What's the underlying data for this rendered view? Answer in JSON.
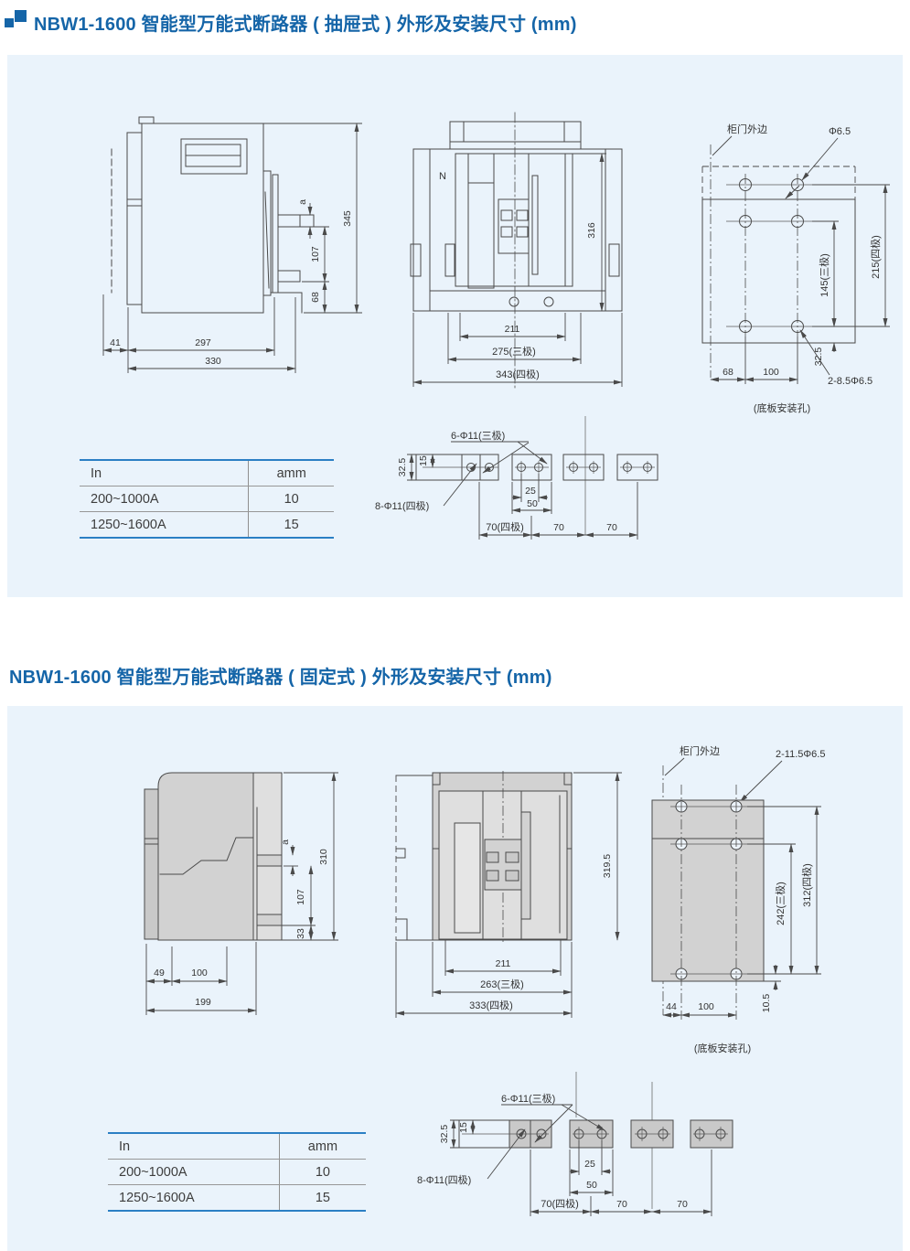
{
  "page": {
    "section1_title": "NBW1-1600 智能型万能式断路器 ( 抽屉式 ) 外形及安装尺寸 (mm)",
    "section2_title": "NBW1-1600 智能型万能式断路器 ( 固定式 ) 外形及安装尺寸 (mm)"
  },
  "colors": {
    "accent_blue": "#1565a8",
    "panel_bg": "#eaf3fb",
    "table_border_blue": "#2b7fc4",
    "drawing_line": "#4a4a4a"
  },
  "table": {
    "col_in": "In",
    "col_amm": "amm",
    "rows": [
      {
        "in": "200~1000A",
        "amm": "10"
      },
      {
        "in": "1250~1600A",
        "amm": "15"
      }
    ]
  },
  "s1": {
    "side": {
      "a": "a",
      "h_total": "345",
      "h_mid": "107",
      "h_bottom": "68",
      "w_left": "41",
      "w_mid": "297",
      "w_total": "330"
    },
    "front": {
      "pole_n": "N",
      "h_total": "316",
      "w_inner": "211",
      "w_3p": "275(三极)",
      "w_4p": "343(四极)"
    },
    "plate": {
      "door_edge": "柜门外边",
      "hole_dia": "Φ6.5",
      "h_4p": "215(四极)",
      "h_3p": "145(三极)",
      "h_off": "32.5",
      "w_off": "68",
      "w_pitch": "100",
      "hole_note": "2-8.5Φ6.5",
      "caption": "(底板安装孔)"
    },
    "bus": {
      "note_3p": "6-Φ11(三极)",
      "note_4p": "8-Φ11(四极)",
      "h_bar": "32.5",
      "h_hole": "15",
      "w_hole": "25",
      "w_pad": "50",
      "pitch_4p": "70(四极)",
      "pitch_2": "70",
      "pitch_3": "70"
    }
  },
  "s2": {
    "side": {
      "a": "a",
      "h_total": "310",
      "h_mid": "107",
      "h_bottom": "33",
      "w_left": "49",
      "w_mid": "100",
      "w_total": "199"
    },
    "front": {
      "h_total": "319.5",
      "w_inner": "211",
      "w_3p": "263(三极)",
      "w_4p": "333(四极)"
    },
    "plate": {
      "door_edge": "柜门外边",
      "hole_note": "2-11.5Φ6.5",
      "h_4p": "312(四极)",
      "h_3p": "242(三极)",
      "h_off": "10.5",
      "w_off": "44",
      "w_pitch": "100",
      "caption": "(底板安装孔)"
    },
    "bus": {
      "note_3p": "6-Φ11(三极)",
      "note_4p": "8-Φ11(四极)",
      "h_bar": "32.5",
      "h_hole": "15",
      "w_hole": "25",
      "w_pad": "50",
      "pitch_4p": "70(四极)",
      "pitch_2": "70",
      "pitch_3": "70"
    }
  }
}
